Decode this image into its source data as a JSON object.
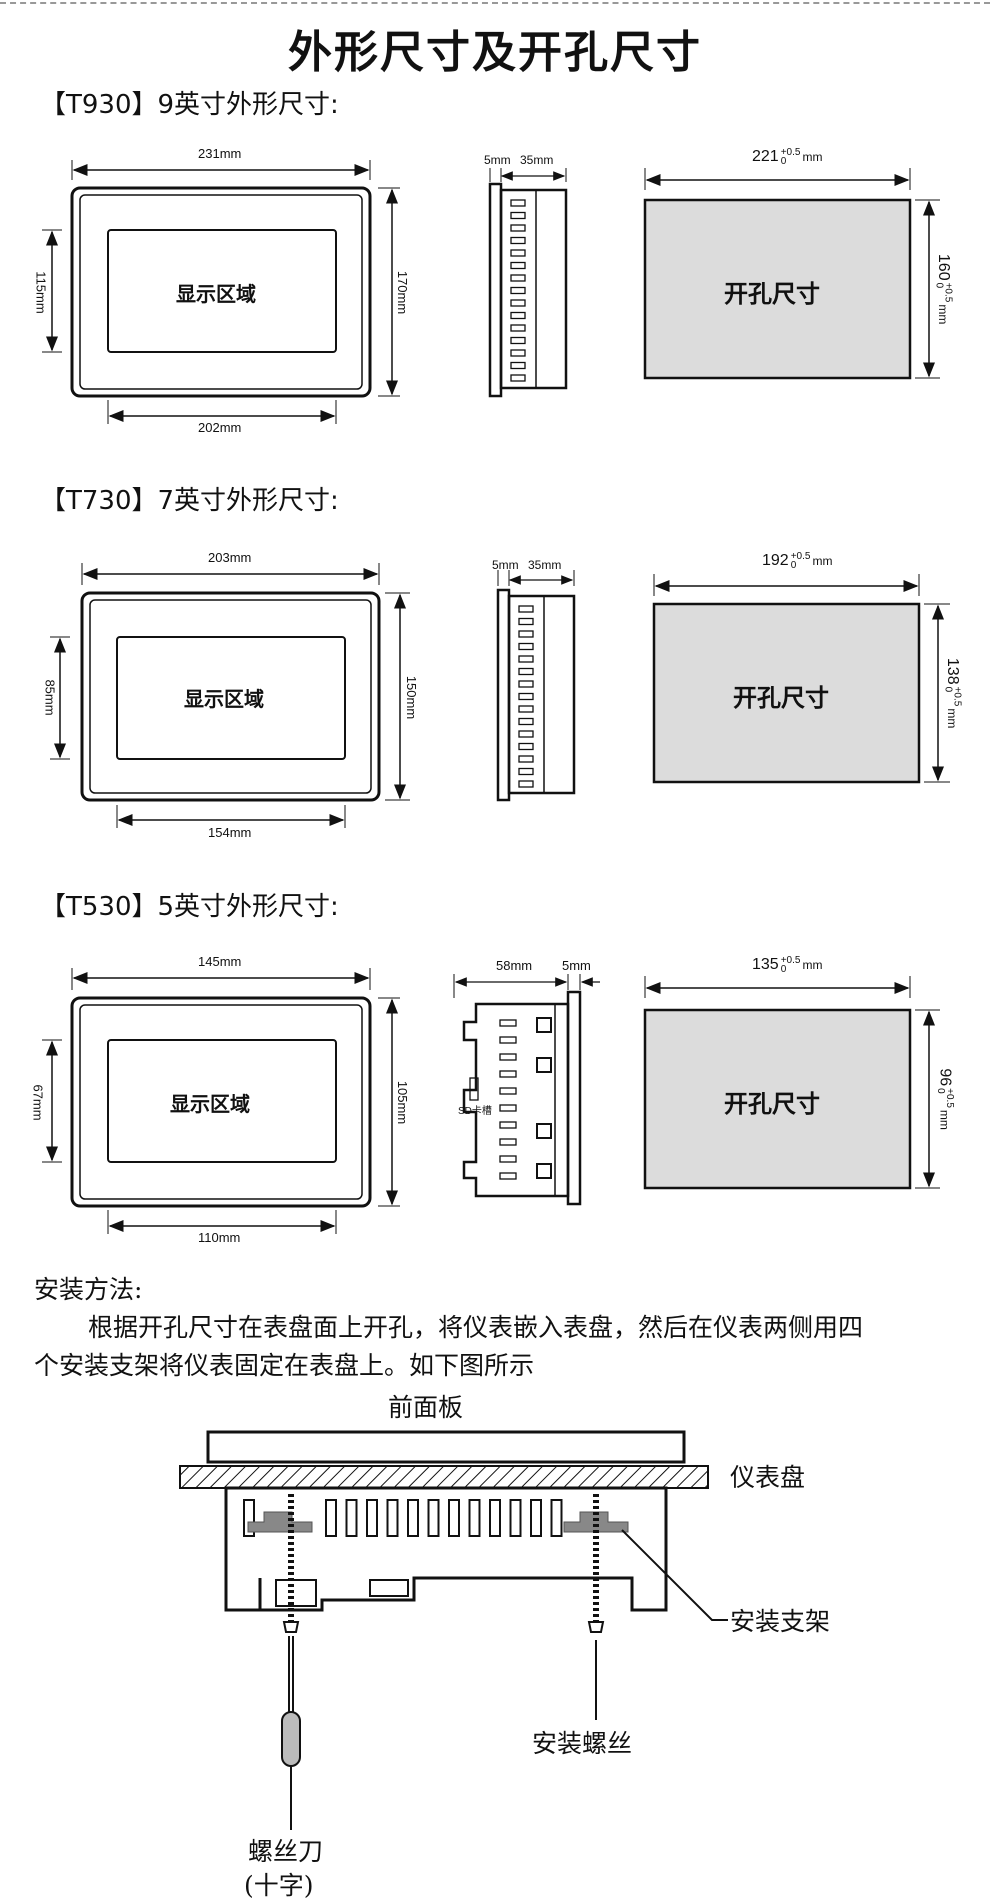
{
  "page_title": "外形尺寸及开孔尺寸",
  "sections": [
    {
      "heading": "【T930】9英寸外形尺寸:",
      "display_label": "显示区域",
      "width": "231mm",
      "height": "170mm",
      "display_width": "202mm",
      "display_height": "115mm",
      "side_front": "5mm",
      "side_depth": "35mm",
      "cutout_label": "开孔尺寸",
      "cutout_width": "221",
      "cutout_height": "160",
      "tol_plus": "+0.5",
      "tol_zero": "0",
      "unit": "mm"
    },
    {
      "heading": "【T730】7英寸外形尺寸:",
      "display_label": "显示区域",
      "width": "203mm",
      "height": "150mm",
      "display_width": "154mm",
      "display_height": "85mm",
      "side_front": "5mm",
      "side_depth": "35mm",
      "cutout_label": "开孔尺寸",
      "cutout_width": "192",
      "cutout_height": "138",
      "tol_plus": "+0.5",
      "tol_zero": "0",
      "unit": "mm"
    },
    {
      "heading": "【T530】5英寸外形尺寸:",
      "display_label": "显示区域",
      "width": "145mm",
      "height": "105mm",
      "display_width": "110mm",
      "display_height": "67mm",
      "side_front": "5mm",
      "side_depth": "58mm",
      "sd_label": "SD卡槽",
      "cutout_label": "开孔尺寸",
      "cutout_width": "135",
      "cutout_height": "96",
      "tol_plus": "+0.5",
      "tol_zero": "0",
      "unit": "mm"
    }
  ],
  "install": {
    "heading": "安装方法:",
    "line1": "根据开孔尺寸在表盘面上开孔，将仪表嵌入表盘，然后在仪表两侧用四",
    "line2": "个安装支架将仪表固定在表盘上。如下图所示",
    "front_panel": "前面板",
    "meter_panel": "仪表盘",
    "bracket": "安装支架",
    "screw": "安装螺丝",
    "screwdriver": "螺丝刀",
    "screwdriver_note": "(十字)"
  }
}
